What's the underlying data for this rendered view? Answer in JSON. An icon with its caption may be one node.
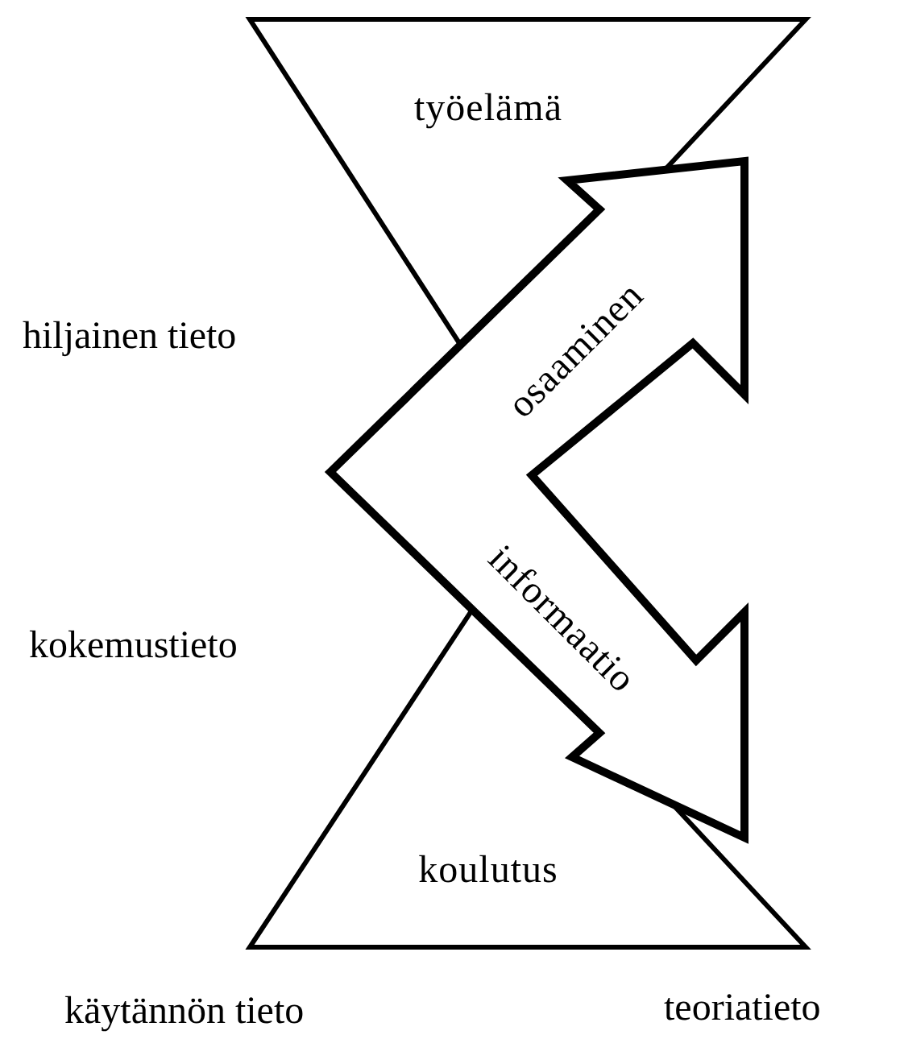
{
  "diagram": {
    "nodes": [
      {
        "text": [
          "työelämä"
        ]
      },
      {
        "text": [
          "osaaminen",
          "informaatio"
        ]
      },
      {
        "text": [
          "koulutus"
        ]
      }
    ],
    "labels": [
      "hiljainen tieto",
      "kokemustieto",
      "käytännön tieto",
      "teoriatieto"
    ]
  }
}
